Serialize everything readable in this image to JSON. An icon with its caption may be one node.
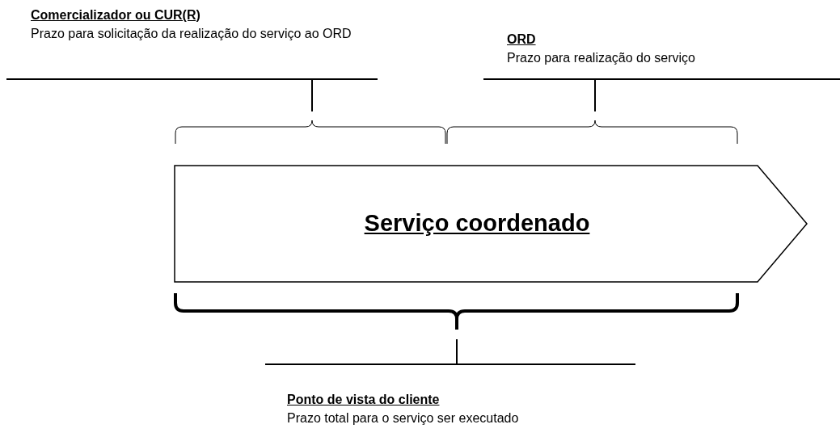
{
  "diagram": {
    "nodes": [
      {
        "text": [
          "Comercializador ou CUR(R)",
          "Prazo para solicitação da realização do serviço ao ORD"
        ]
      },
      {
        "text": [
          "ORD",
          "Prazo para realização do serviço"
        ]
      },
      {
        "text": [
          "Serviço coordenado"
        ]
      },
      {
        "text": [
          "Ponto de vista do cliente",
          "Prazo total para o serviço ser executado"
        ]
      }
    ],
    "edges": [
      {
        "from": 0,
        "to": null,
        "arrow": "none"
      },
      {
        "from": 1,
        "to": null,
        "arrow": "none"
      },
      {
        "from": 3,
        "to": null,
        "arrow": "none"
      }
    ]
  }
}
